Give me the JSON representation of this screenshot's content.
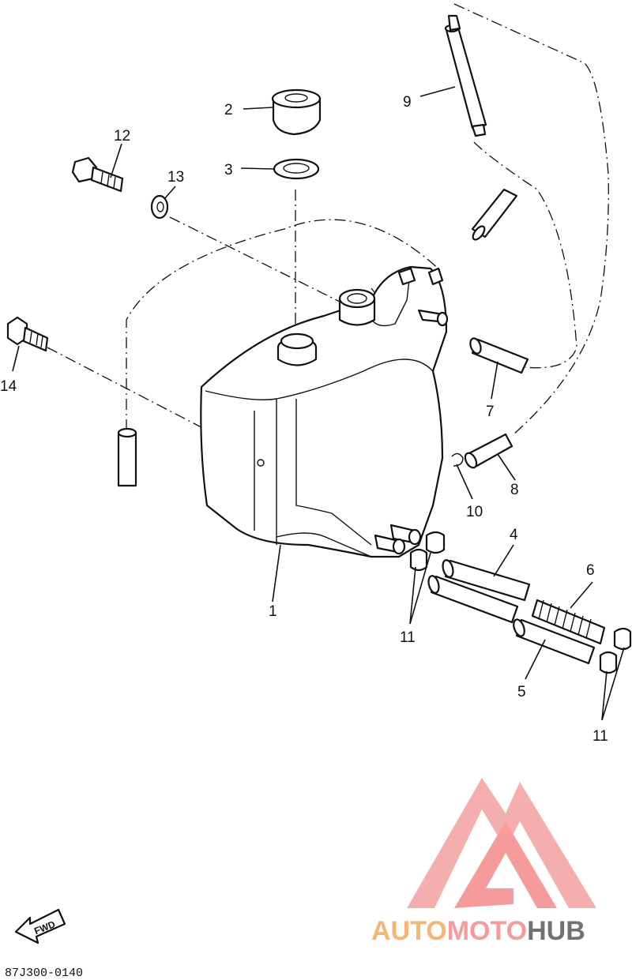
{
  "diagram": {
    "drawing_code": "87J300-0140",
    "fwd_label": "FWD",
    "callouts": [
      {
        "id": "c1",
        "label": "1"
      },
      {
        "id": "c2",
        "label": "2"
      },
      {
        "id": "c3",
        "label": "3"
      },
      {
        "id": "c4",
        "label": "4"
      },
      {
        "id": "c5",
        "label": "5"
      },
      {
        "id": "c6",
        "label": "6"
      },
      {
        "id": "c7",
        "label": "7"
      },
      {
        "id": "c8",
        "label": "8"
      },
      {
        "id": "c9",
        "label": "9"
      },
      {
        "id": "c10",
        "label": "10"
      },
      {
        "id": "c11a",
        "label": "11"
      },
      {
        "id": "c11b",
        "label": "11"
      },
      {
        "id": "c12",
        "label": "12"
      },
      {
        "id": "c13",
        "label": "13"
      },
      {
        "id": "c14",
        "label": "14"
      }
    ]
  },
  "watermark": {
    "brand_part1": "AUTO",
    "brand_part2": "MOTO",
    "brand_part3": "HUB",
    "colors": {
      "light": "#f4a95c",
      "pink": "#f48a8a",
      "dark": "#5a5a5a"
    }
  }
}
